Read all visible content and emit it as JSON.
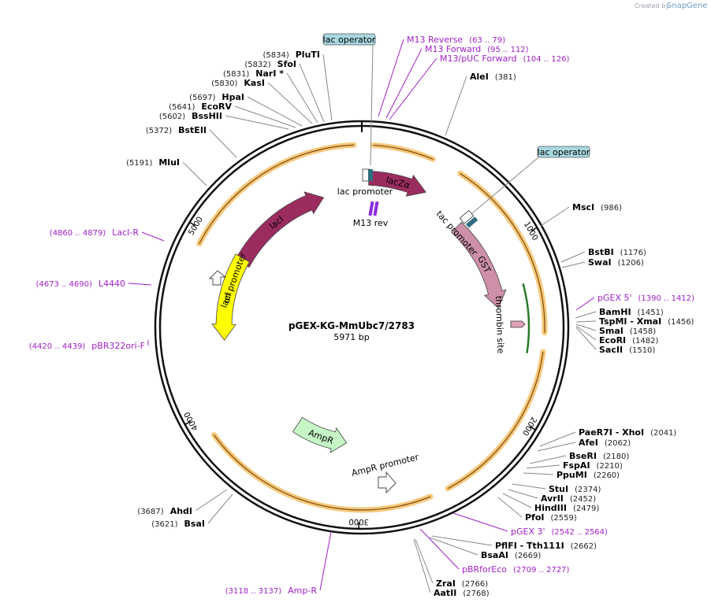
{
  "credit": {
    "prefix": "Created by",
    "brand": "SnapGene"
  },
  "plasmid": {
    "name": "pGEX-KG-MmUbc7/2783",
    "length": "5971 bp",
    "total_bp": 5971
  },
  "ticks": [
    {
      "bp": 1000,
      "label": "1000"
    },
    {
      "bp": 2000,
      "label": "2000"
    },
    {
      "bp": 3000,
      "label": "3000"
    },
    {
      "bp": 4000,
      "label": "4000"
    },
    {
      "bp": 5000,
      "label": "5000"
    }
  ],
  "features": [
    {
      "name": "lacI",
      "start": 4945,
      "end": 5700,
      "color": "#9b2c5f"
    },
    {
      "name": "lacZα",
      "start": 45,
      "end": 420,
      "color": "#9b2c5f"
    },
    {
      "name": "GST",
      "start": 720,
      "end": 1360,
      "color": "#cd90a8"
    },
    {
      "name": "ori",
      "start": 4390,
      "end": 4980,
      "color": "#ffff00"
    },
    {
      "name": "AmpR",
      "start": 3110,
      "end": 3540,
      "color": "#c6f5c6"
    }
  ],
  "promoters": [
    {
      "name": "lac promoter"
    },
    {
      "name": "tac promoter"
    },
    {
      "name": "lacI promoter"
    },
    {
      "name": "AmpR promoter"
    }
  ],
  "misc_labels": {
    "m13_rev": "M13 rev",
    "thrombin": "thrombin site",
    "lac_operator_1": "lac operator",
    "lac_operator_2": "lac operator"
  },
  "primers": [
    {
      "name": "M13 Reverse",
      "range": "(63 .. 79)"
    },
    {
      "name": "M13 Forward",
      "range": "(95 .. 112)"
    },
    {
      "name": "M13/pUC Forward",
      "range": "(104 .. 126)"
    },
    {
      "name": "pGEX 5'",
      "range": "(1390 .. 1412)"
    },
    {
      "name": "pGEX 3'",
      "range": "(2542 .. 2564)"
    },
    {
      "name": "pBRforEco",
      "range": "(2709 .. 2727)"
    },
    {
      "name": "Amp-R",
      "range": "(3118 .. 3137)"
    },
    {
      "name": "pBR322ori-F",
      "range": "(4420 .. 4439)"
    },
    {
      "name": "L4440",
      "range": "(4673 .. 4690)"
    },
    {
      "name": "LacI-R",
      "range": "(4860 .. 4879)"
    }
  ],
  "enzymes_right": [
    {
      "name": "AleI",
      "pos": "(381)"
    },
    {
      "name": "MscI",
      "pos": "(986)"
    },
    {
      "name": "BstBI",
      "pos": "(1176)"
    },
    {
      "name": "SwaI",
      "pos": "(1206)"
    },
    {
      "name": "BamHI",
      "pos": "(1451)"
    },
    {
      "name": "TspMI",
      "extra": "XmaI",
      "pos": "(1456)"
    },
    {
      "name": "SmaI",
      "pos": "(1458)"
    },
    {
      "name": "EcoRI",
      "pos": "(1482)"
    },
    {
      "name": "SacII",
      "pos": "(1510)"
    },
    {
      "name": "PaeR7I",
      "extra": "XhoI",
      "pos": "(2041)"
    },
    {
      "name": "AfeI",
      "pos": "(2062)"
    },
    {
      "name": "BseRI",
      "pos": "(2180)"
    },
    {
      "name": "FspAI",
      "pos": "(2210)"
    },
    {
      "name": "PpuMI",
      "pos": "(2260)"
    },
    {
      "name": "StuI",
      "pos": "(2374)"
    },
    {
      "name": "AvrII",
      "pos": "(2452)"
    },
    {
      "name": "HindIII",
      "pos": "(2479)"
    },
    {
      "name": "PfoI",
      "pos": "(2559)"
    },
    {
      "name": "PflFI",
      "extra": "Tth111I",
      "pos": "(2662)"
    },
    {
      "name": "BsaAI",
      "pos": "(2669)"
    },
    {
      "name": "ZraI",
      "pos": "(2766)"
    },
    {
      "name": "AatII",
      "pos": "(2768)"
    }
  ],
  "enzymes_left": [
    {
      "name": "PluTI",
      "pos": "(5834)"
    },
    {
      "name": "SfoI",
      "pos": "(5832)"
    },
    {
      "name": "NarI *",
      "pos": "(5831)"
    },
    {
      "name": "KasI",
      "pos": "(5830)"
    },
    {
      "name": "HpaI",
      "pos": "(5697)"
    },
    {
      "name": "EcoRV",
      "pos": "(5641)"
    },
    {
      "name": "BssHII",
      "pos": "(5602)"
    },
    {
      "name": "BstEII",
      "pos": "(5372)"
    },
    {
      "name": "MluI",
      "pos": "(5191)"
    },
    {
      "name": "AhdI",
      "pos": "(3687)"
    },
    {
      "name": "BsaI",
      "pos": "(3621)"
    }
  ]
}
